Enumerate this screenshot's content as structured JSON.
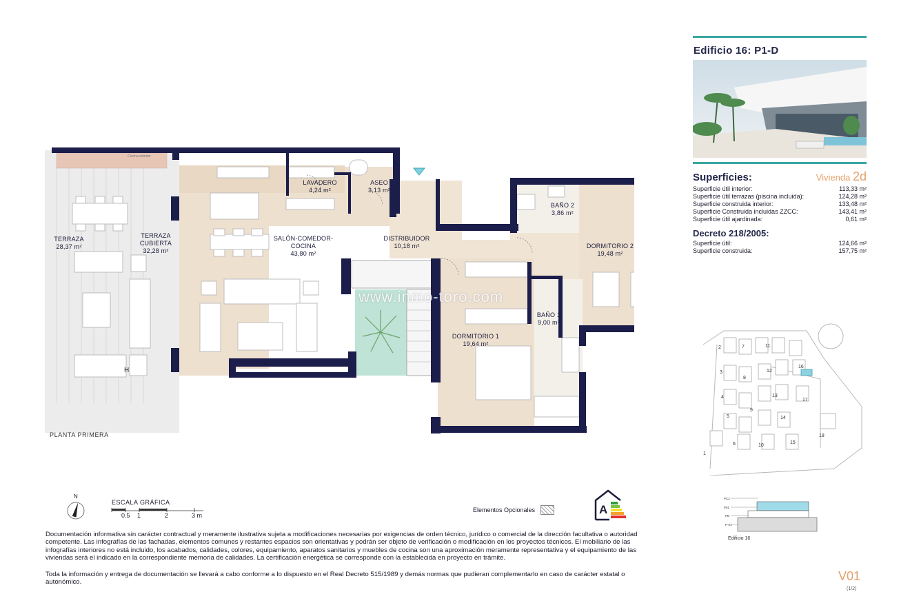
{
  "panel": {
    "building_title": "Edificio 16: P1-D",
    "superficies_title": "Superficies:",
    "vivienda_prefix": "Vivienda",
    "vivienda_type": "2d",
    "surfaces": [
      {
        "label": "Superficie útil interior:",
        "value": "113,33 m²"
      },
      {
        "label": "Superficie útil terrazas (piscina incluida):",
        "value": "124,28 m²"
      },
      {
        "label": "Superficie construida interior:",
        "value": "133,48 m²"
      },
      {
        "label": "Superficie Construida incluidas ZZCC:",
        "value": "143,41 m²"
      },
      {
        "label": "Superficie útil ajardinada:",
        "value": "0,61 m²"
      }
    ],
    "decreto_title": "Decreto 218/2005:",
    "decreto": [
      {
        "label": "Superficie útil:",
        "value": "124,66 m²"
      },
      {
        "label": "Superficie construida:",
        "value": "157,75 m²"
      }
    ]
  },
  "rooms": {
    "terraza": {
      "name": "TERRAZA",
      "area": "28,37 m²"
    },
    "terraza_cubierta": {
      "name": "TERRAZA CUBIERTA",
      "area": "32,28 m²"
    },
    "lavadero": {
      "name": "LAVADERO",
      "area": "4,24 m²"
    },
    "aseo": {
      "name": "ASEO",
      "area": "3,13 m²"
    },
    "salon": {
      "name": "SALÓN-COMEDOR-COCINA",
      "area": "43,80 m²"
    },
    "distribuidor": {
      "name": "DISTRIBUIDOR",
      "area": "10,18 m²"
    },
    "bano2": {
      "name": "BAÑO 2",
      "area": "3,86 m²"
    },
    "dormitorio2": {
      "name": "DORMITORIO 2",
      "area": "19,48 m²"
    },
    "bano1": {
      "name": "BAÑO 1",
      "area": "9,00 m²"
    },
    "dormitorio1": {
      "name": "DORMITORIO 1",
      "area": "19,64 m²"
    }
  },
  "plan": {
    "floor_label": "PLANTA PRIMERA",
    "watermark": "www.inmo-toro.com",
    "cocina_exterior": "Cocina exterior",
    "h_mark": "H"
  },
  "scale": {
    "title": "ESCALA GRÁFICA",
    "ticks": [
      "0.5",
      "1",
      "2",
      "3 m"
    ],
    "north": "N"
  },
  "legend": {
    "optional": "Elementos Opcionales"
  },
  "energy": {
    "rating": "A"
  },
  "disclaimer": [
    "Documentación informativa sin carácter contractual y meramente ilustrativa sujeta a modificaciones necesarias por exigencias de orden técnico, jurídico o comercial de la dirección facultativa o autoridad competente. Las infografías de las fachadas, elementos comunes y restantes espacios son orientativas y podrán ser objeto de verificación o modificación en los proyectos técnicos. El mobiliario de las infografías interiores no está incluido, los acabados, calidades, colores, equipamiento, aparatos sanitarios y muebles de cocina son una aproximación meramente representativa y el equipamiento de las viviendas será el indicado en la correspondiente memoria de calidades. La certificación energética se corresponde con la establecida en proyecto en trámite.",
    "Toda la información y entrega de documentación se llevará a cabo conforme a lo dispuesto en el Real Decreto 515/1989 y demás normas que pudieran complementarlo en caso de carácter estatal o autonómico."
  ],
  "site_numbers": [
    "1",
    "2",
    "3",
    "4",
    "5",
    "6",
    "7",
    "8",
    "9",
    "10",
    "11",
    "12",
    "13",
    "14",
    "15",
    "16",
    "17",
    "18"
  ],
  "section": {
    "levels": [
      "PC2",
      "P01",
      "PB",
      "P-01"
    ],
    "label": "Edificio 16"
  },
  "footer": {
    "version": "V01",
    "page": "(1/2)"
  }
}
